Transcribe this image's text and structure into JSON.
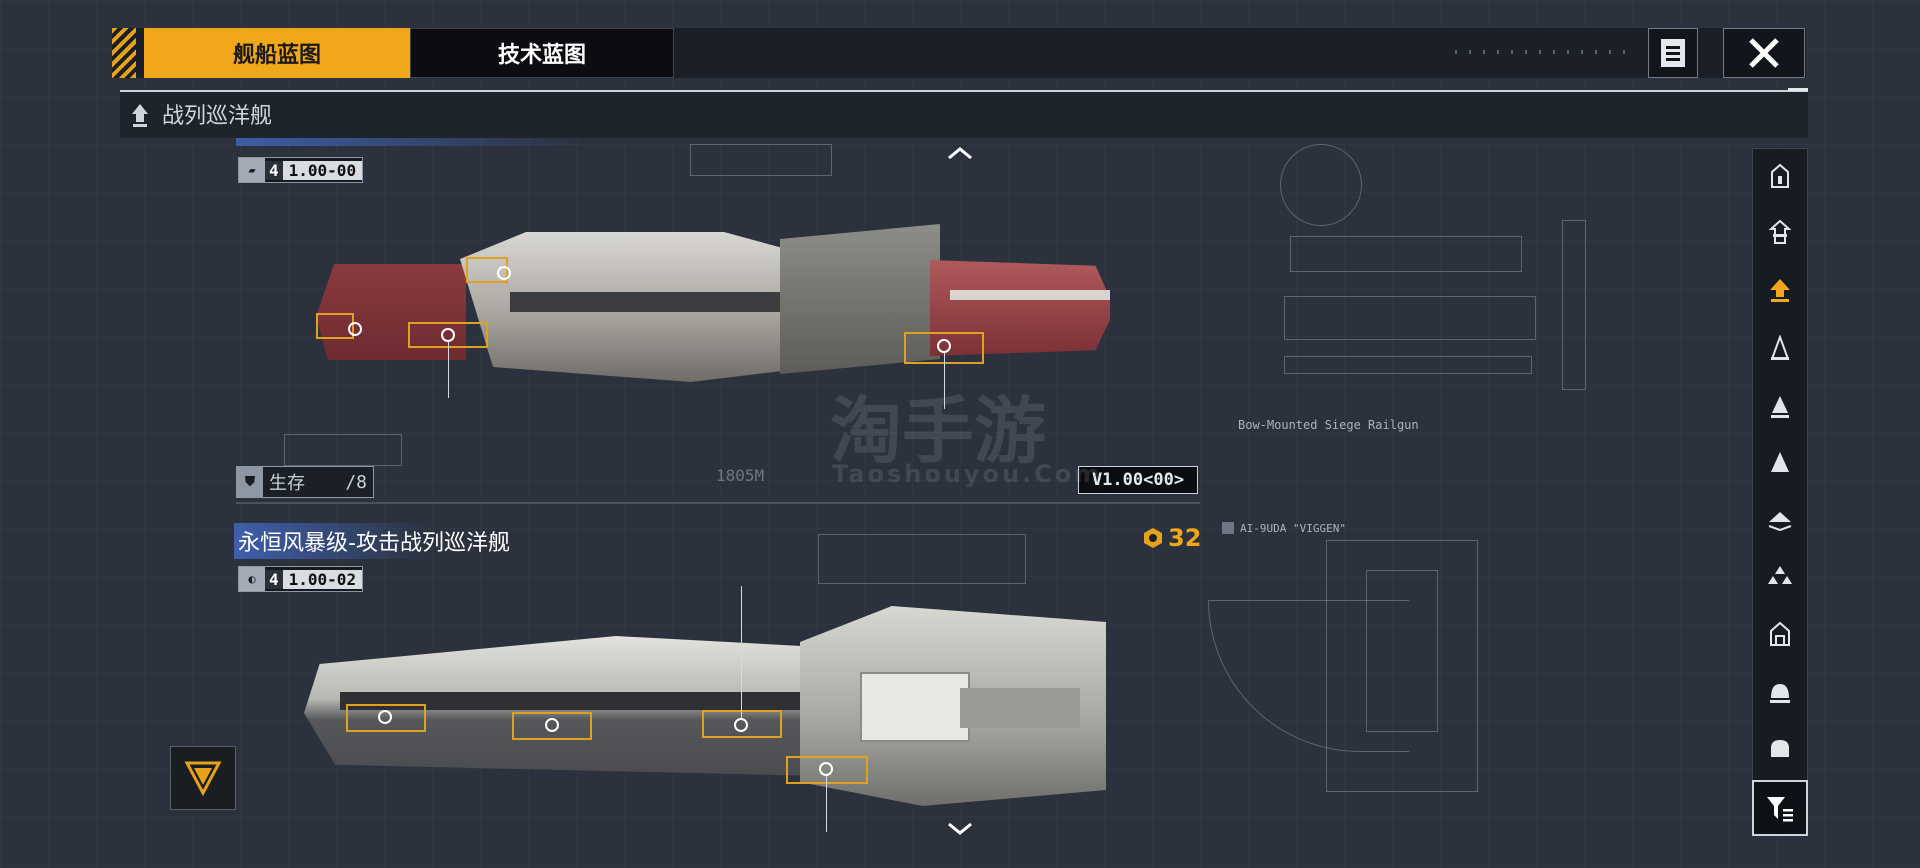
{
  "tabs": {
    "ship_blueprint": "舰船蓝图",
    "tech_blueprint": "技术蓝图"
  },
  "category": {
    "title": "战列巡洋舰"
  },
  "ship1": {
    "code_num": "4",
    "code_ver": "1.00-00",
    "survive_label": "生存",
    "survive_value": "/8",
    "length_label": "1805M",
    "version_label": "V1.00<00>",
    "cannon_title": "Bow-Mounted Siege Railgun"
  },
  "ship2": {
    "title": "永恒风暴级-攻击战列巡洋舰",
    "code_num": "4",
    "code_ver": "1.00-02",
    "score": "32",
    "ai_label": "AI-9UDA \"VIGGEN\""
  },
  "watermark": {
    "cn": "淘手游",
    "en": "Taoshouyou.Com"
  },
  "colors": {
    "accent": "#f0a719",
    "panel": "#1b2028",
    "bg": "#2b323d"
  },
  "icons": {
    "doc": "document-icon",
    "close": "close-icon",
    "filter": "filter-icon",
    "up": "chevron-up-icon",
    "down": "chevron-down-icon"
  }
}
